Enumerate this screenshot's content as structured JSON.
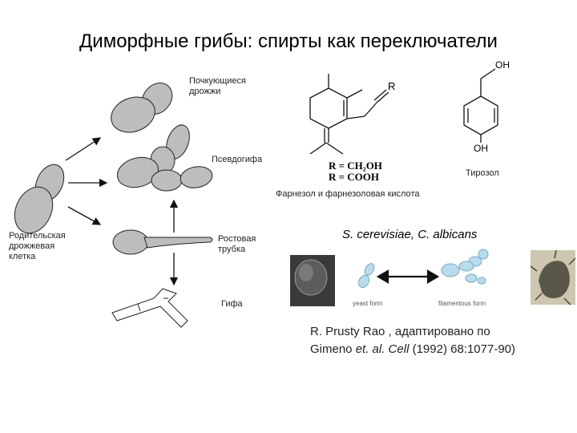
{
  "slide": {
    "title": "Диморфные грибы: спирты как переключатели"
  },
  "left_diagram": {
    "budding_yeast": "Почкующиеся\nдрожжи",
    "pseudohyphae": "Псевдогифа",
    "germ_tube": "Ростовая\nтрубка",
    "hypha": "Гифа",
    "parent_cell": "Родительская\nдрожжевая\nклетка"
  },
  "chemistry": {
    "farnesol_R": "R",
    "formula_line1": "R = CH₂OH",
    "formula_line2": "R = COOH",
    "farnesol_caption": "Фарнезол и фарнезоловая кислота",
    "tyrosol_oh_top": "OH",
    "tyrosol_oh_bottom": "OH",
    "tyrosol_caption": "Тирозол"
  },
  "species": "S. cerevisiae, C. albicans",
  "morphology": {
    "yeast_form": "yeast form",
    "filamentous_form": "filamentous form"
  },
  "credit": {
    "line1_author": "R. Prusty",
    "line1_rest": " Rao , адаптировано по",
    "line2_a": "Gimeno ",
    "line2_italic": "et. al. Cell",
    "line2_b": " (1992) 68:1077-90)"
  }
}
